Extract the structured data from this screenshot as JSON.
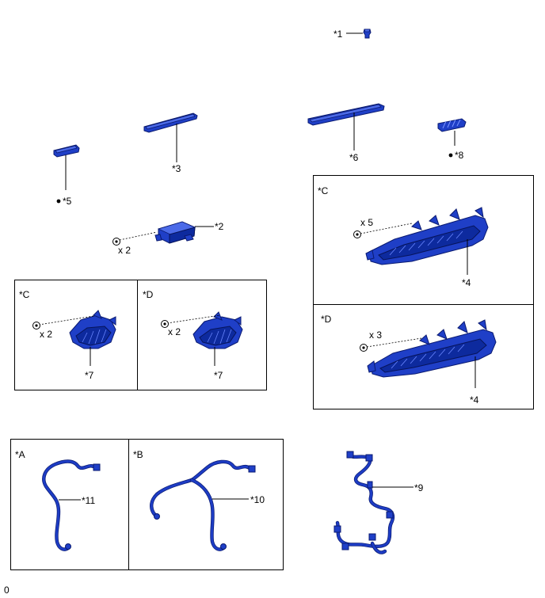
{
  "callouts": {
    "c1": "*1",
    "c2": "*2",
    "c3": "*3",
    "c4a": "*4",
    "c4b": "*4",
    "c5": "*5",
    "c6": "*6",
    "c7a": "*7",
    "c7b": "*7",
    "c8": "*8",
    "c9": "*9",
    "c10": "*10",
    "c11": "*11"
  },
  "views": {
    "c_upper_right": "*C",
    "d_upper_right": "*D",
    "c_left": "*C",
    "d_left": "*D",
    "a": "*A",
    "b": "*B"
  },
  "quantities": {
    "q2_main": "x 2",
    "q5": "x 5",
    "q3": "x 3",
    "q2_c": "x 2",
    "q2_d": "x 2"
  },
  "footer": {
    "code": "0"
  },
  "colors": {
    "part": "#1f3fc7",
    "part_dark": "#0d2a9e",
    "outline": "#0a1a70"
  }
}
